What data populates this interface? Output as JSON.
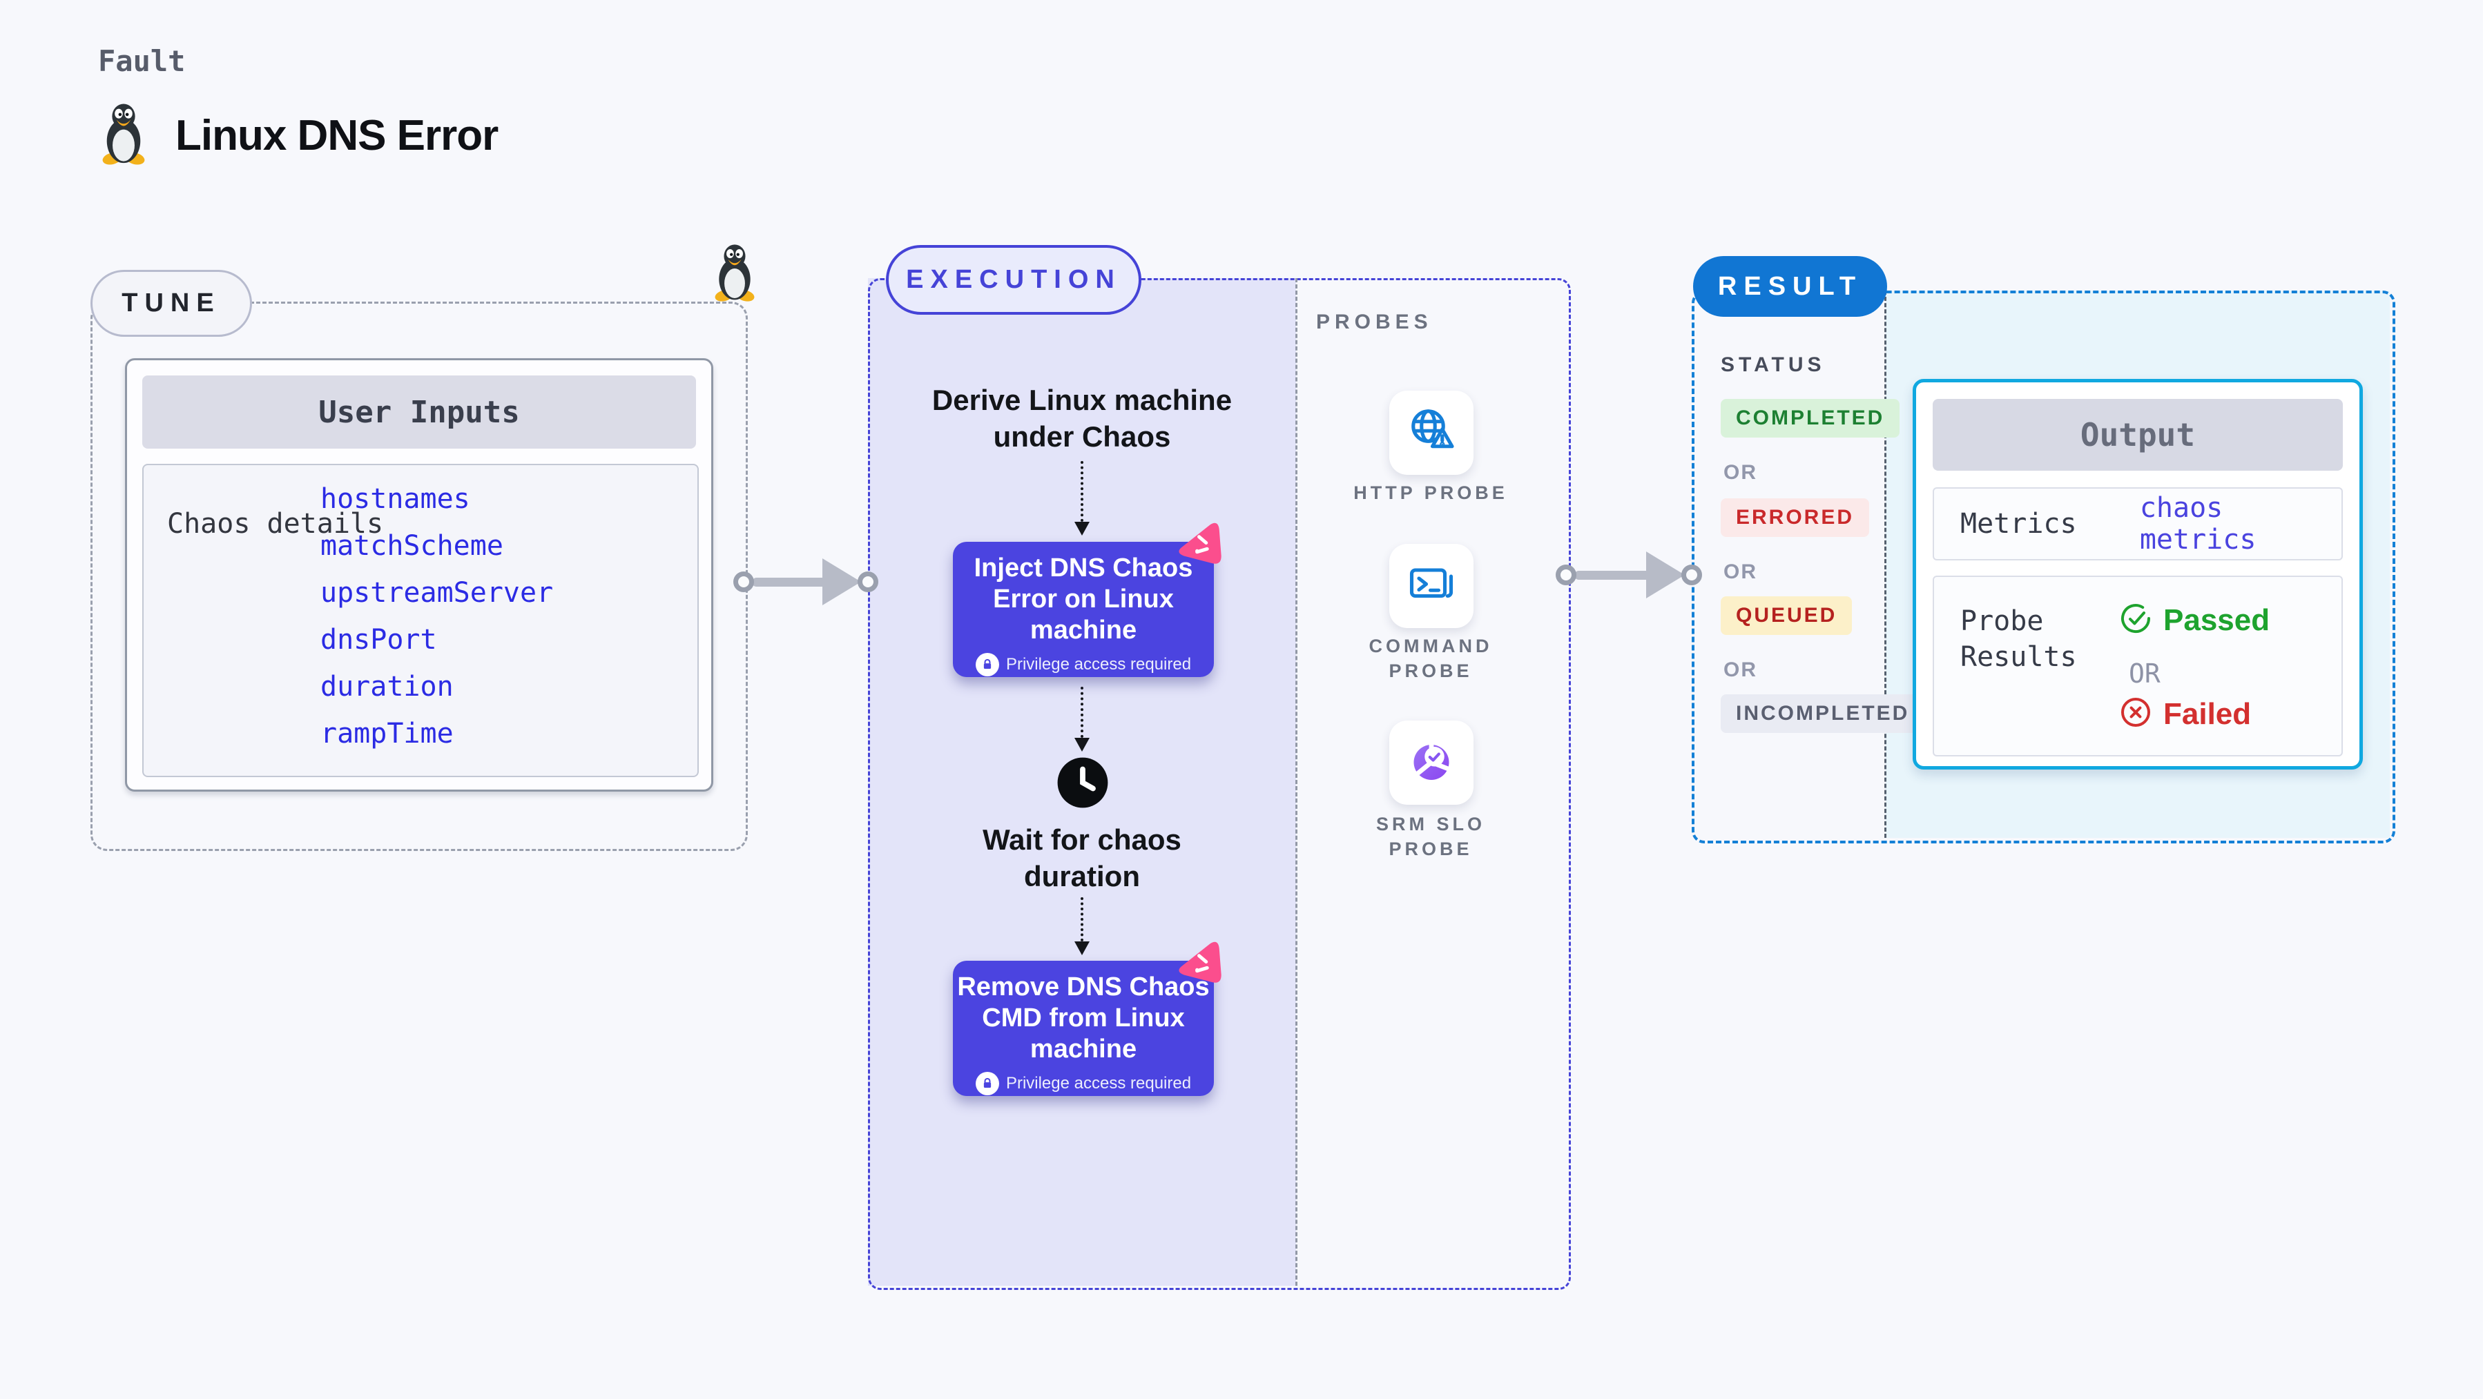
{
  "page": {
    "fault_label": "Fault",
    "title": "Linux DNS Error",
    "title_icon": "tux-penguin-icon"
  },
  "tune": {
    "label": "TUNE",
    "corner_icon": "tux-penguin-icon",
    "user_inputs": {
      "header": "User Inputs",
      "row_label": "Chaos details",
      "items": [
        "hostnames",
        "matchScheme",
        "upstreamServer",
        "dnsPort",
        "duration",
        "rampTime"
      ]
    }
  },
  "execution": {
    "label": "EXECUTION",
    "derive_step": "Derive Linux machine under Chaos",
    "inject_step": "Inject DNS Chaos Error on Linux machine",
    "wait_step": "Wait for chaos duration",
    "remove_step": "Remove DNS Chaos CMD from Linux machine",
    "privilege_note": "Privilege access required",
    "node_icons": [
      "lock-icon",
      "chaos-litmus-icon"
    ],
    "wait_icon": "clock-icon"
  },
  "probes": {
    "label": "PROBES",
    "items": [
      {
        "name": "HTTP PROBE",
        "icon": "globe-alert-icon"
      },
      {
        "name": "COMMAND PROBE",
        "icon": "terminal-icon"
      },
      {
        "name": "SRM SLO PROBE",
        "icon": "slo-donut-check-icon"
      }
    ]
  },
  "result": {
    "label": "RESULT",
    "status": {
      "header": "STATUS",
      "or_label": "OR",
      "badges": [
        {
          "text": "COMPLETED",
          "fg": "#1d8032",
          "bg": "#d9f2da"
        },
        {
          "text": "ERRORED",
          "fg": "#c9292b",
          "bg": "#fbe9e9"
        },
        {
          "text": "QUEUED",
          "fg": "#b5211f",
          "bg": "#fcf0c9"
        },
        {
          "text": "INCOMPLETED",
          "fg": "#5a5f70",
          "bg": "#e9ebf3"
        }
      ]
    },
    "output": {
      "header": "Output",
      "metrics_label": "Metrics",
      "metrics_value": "chaos metrics",
      "probe_results_label": "Probe Results",
      "passed_label": "Passed",
      "failed_label": "Failed",
      "or_label": "OR",
      "passed_icon": "check-circle-icon",
      "failed_icon": "x-circle-icon"
    }
  },
  "palette": {
    "page_bg": "#f7f8fc",
    "execution_accent": "#4543d7",
    "execution_fill": "#e3e4f9",
    "result_accent": "#1480d6",
    "result_pill": "#1176d3",
    "result_fill": "#e8f5fb",
    "output_border": "#10a8e0",
    "node_fill": "#4b44e0",
    "probe_icon_blue": "#157fd8",
    "slo_icon_purple": "#8b5cf3",
    "chaos_icon_pink": "#fb4e8d",
    "input_link_blue": "#2b2be4",
    "passed_green": "#1ea32e",
    "failed_red": "#d3302f",
    "connector_gray": "#b7bbc7"
  }
}
